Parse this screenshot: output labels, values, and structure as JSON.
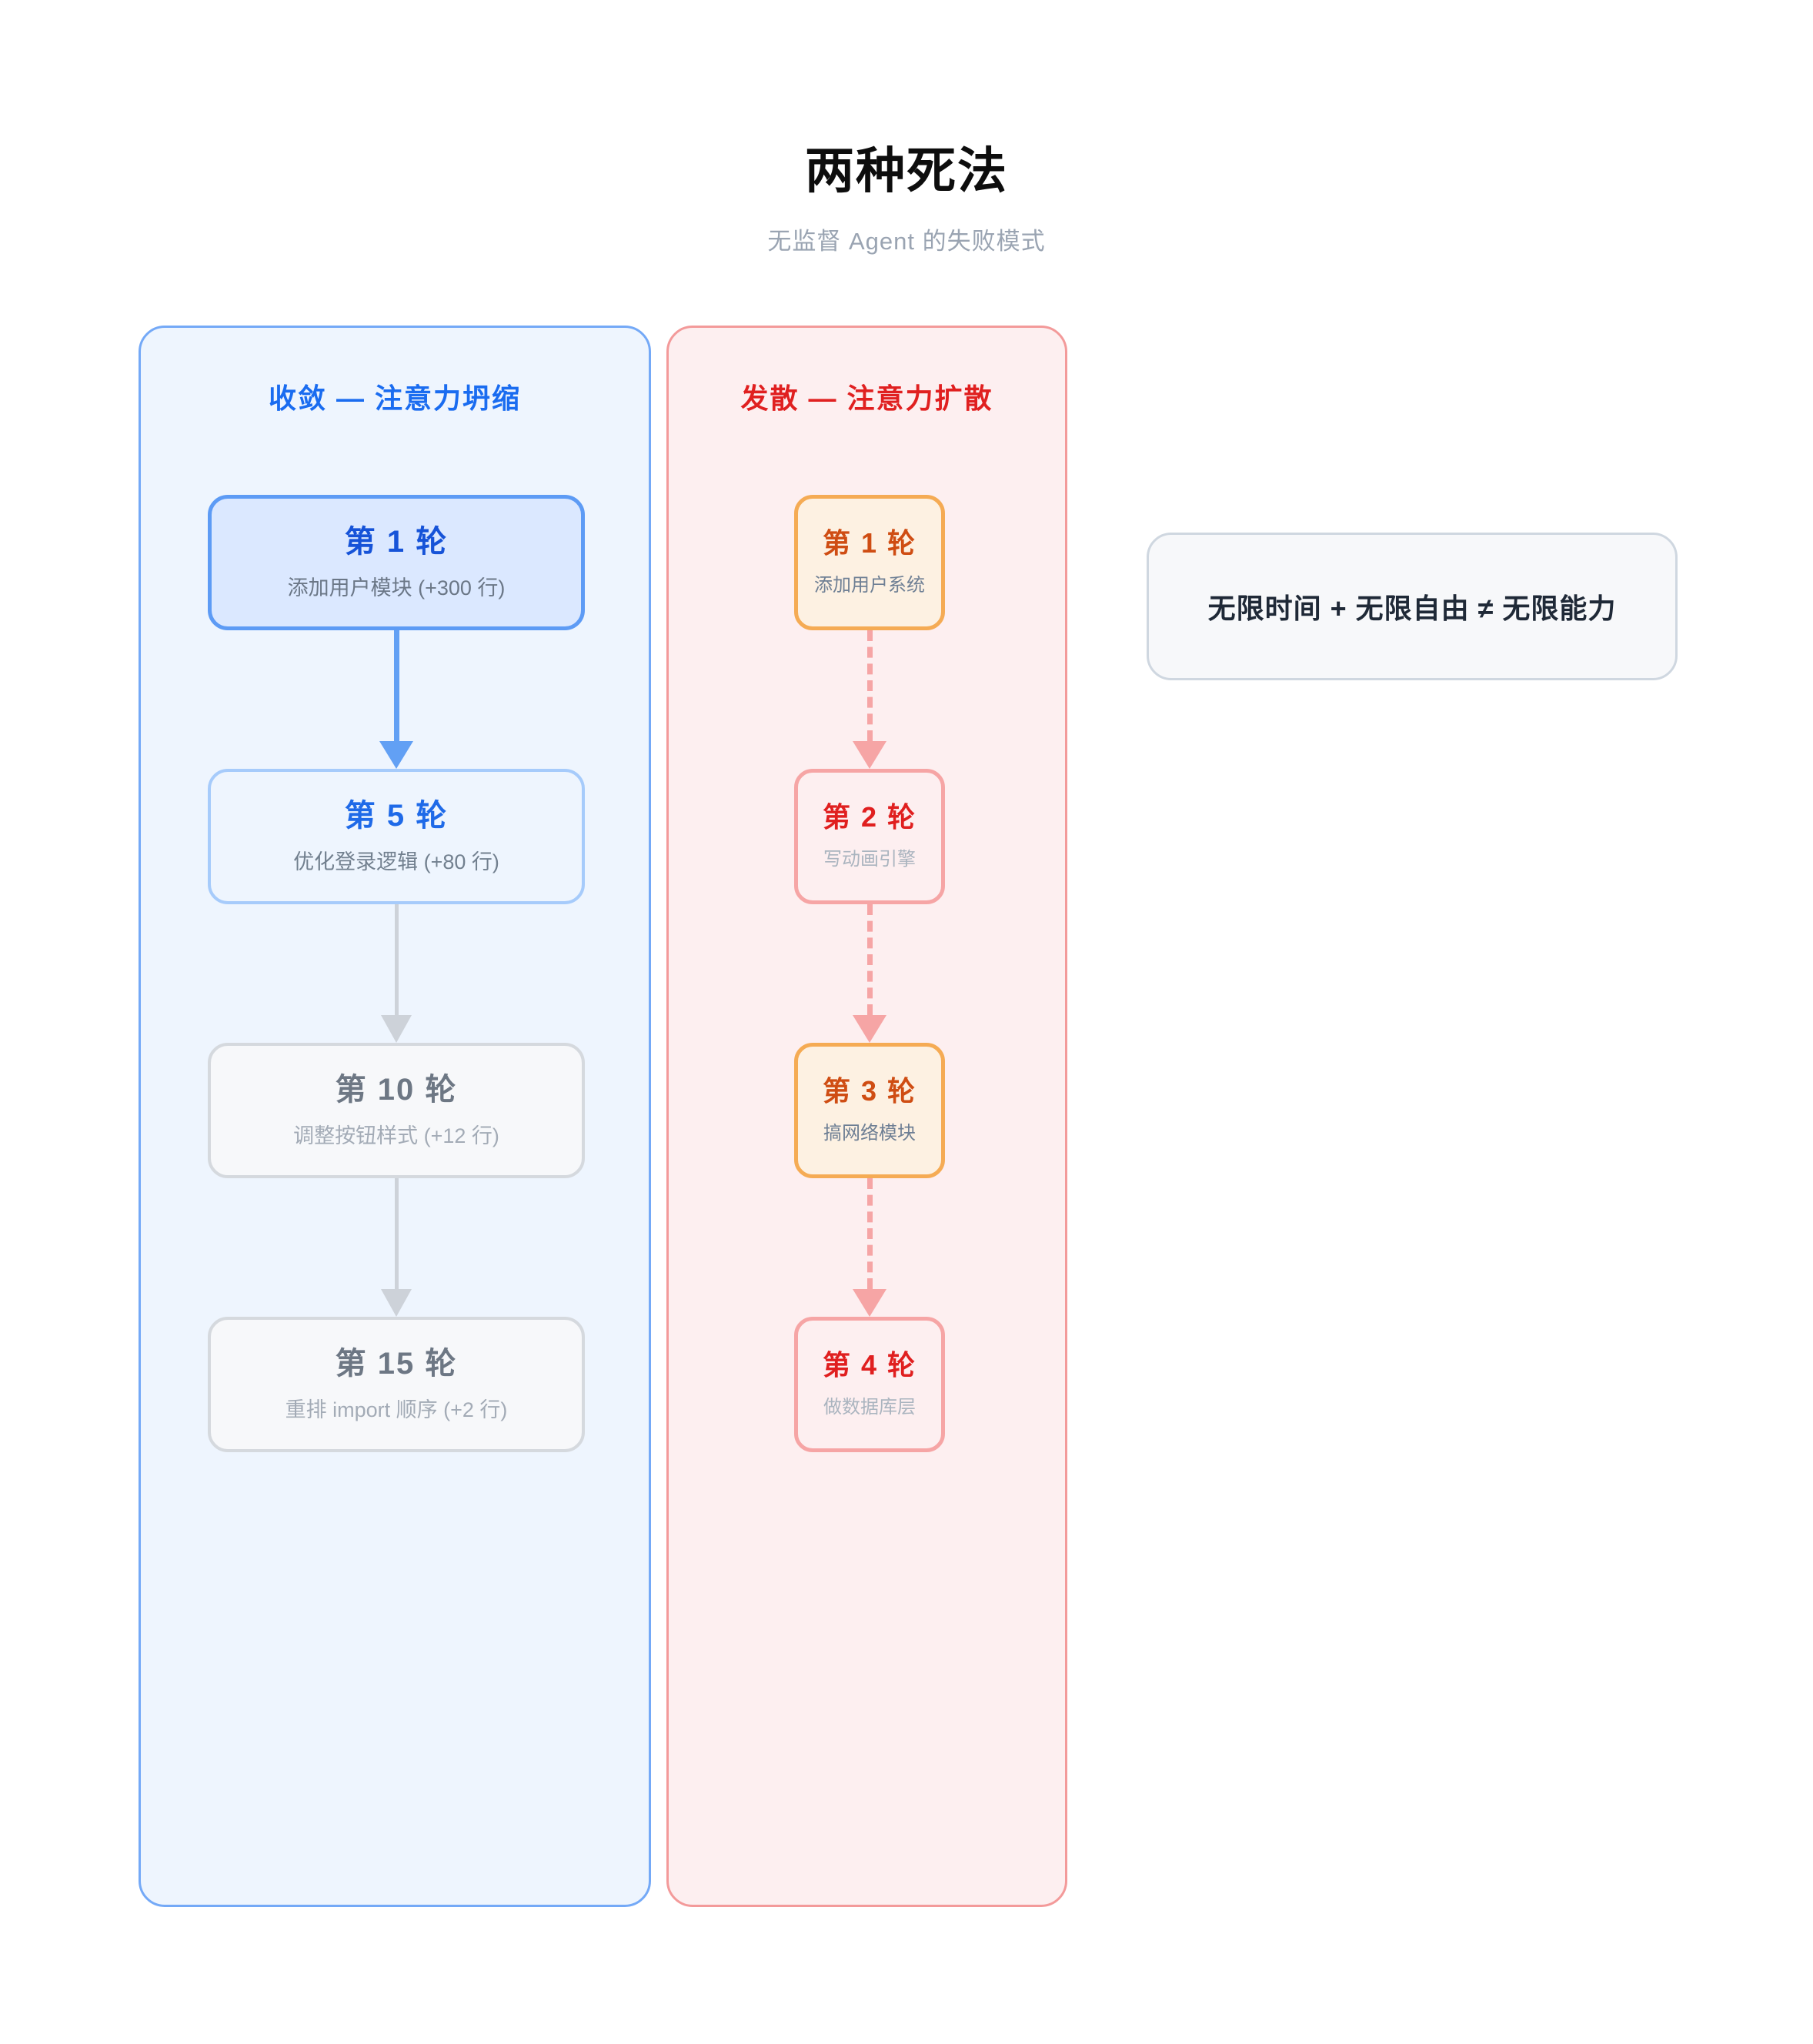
{
  "header": {
    "title": "两种死法",
    "subtitle": "无监督 Agent 的失败模式"
  },
  "colors": {
    "converge_accent": "#1a6cf0",
    "diverge_accent": "#e02020",
    "orange_accent": "#cf4d13",
    "faded_gray": "#6d7784",
    "converge_panel_bg": "#eef5fe",
    "diverge_panel_bg": "#fdeff0",
    "note_bg": "#f7f8fa"
  },
  "panels": [
    {
      "id": "converge",
      "heading": "收敛 — 注意力坍缩",
      "cards": [
        {
          "round": "第 1 轮",
          "desc": "添加用户模块 (+300 行)"
        },
        {
          "round": "第 5 轮",
          "desc": "优化登录逻辑 (+80 行)"
        },
        {
          "round": "第 10 轮",
          "desc": "调整按钮样式 (+12 行)"
        },
        {
          "round": "第 15 轮",
          "desc": "重排 import 顺序 (+2 行)"
        }
      ]
    },
    {
      "id": "diverge",
      "heading": "发散 — 注意力扩散",
      "cards": [
        {
          "round": "第 1 轮",
          "desc": "添加用户系统"
        },
        {
          "round": "第 2 轮",
          "desc": "写动画引擎"
        },
        {
          "round": "第 3 轮",
          "desc": "搞网络模块"
        },
        {
          "round": "第 4 轮",
          "desc": "做数据库层"
        }
      ]
    }
  ],
  "note": {
    "text": "无限时间 + 无限自由 ≠ 无限能力"
  }
}
